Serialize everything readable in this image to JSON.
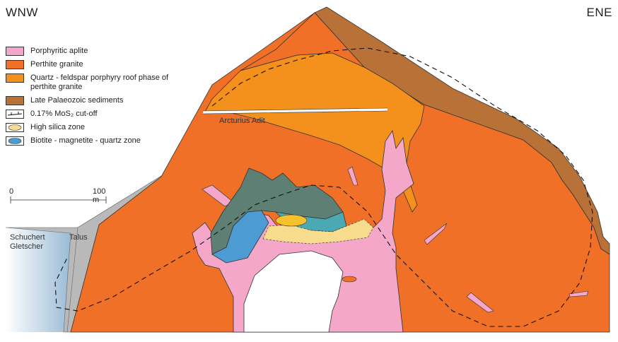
{
  "direction": {
    "left": "WNW",
    "right": "ENE"
  },
  "legend": [
    {
      "label": "Porphyritic aplite",
      "color": "#f4a7c8",
      "type": "fill"
    },
    {
      "label": "Perthite granite",
      "color": "#f07027",
      "type": "fill"
    },
    {
      "label": "Quartz - feldspar porphyry roof phase of perthite granite",
      "color": "#f4911c",
      "type": "fill"
    },
    {
      "label": "Late Palaeozoic sediments",
      "color": "#b87238",
      "type": "fill"
    },
    {
      "label": "0.17% MoS₂ cut-off",
      "color": "#000000",
      "type": "line"
    },
    {
      "label": "High silica zone",
      "color": "#f6dc8c",
      "type": "ellipse"
    },
    {
      "label": "Biotite - magnetite - quartz zone",
      "color": "#4c9bd3",
      "type": "ellipse"
    }
  ],
  "scale_bar": {
    "start": "0",
    "end": "100 m"
  },
  "labels": {
    "adit": "Arcturius Adit",
    "glacier": "Schuchert\nGletscher",
    "talus": "Talus"
  },
  "colors": {
    "aplite": "#f4a7c8",
    "granite": "#f07027",
    "porphyry": "#f4911c",
    "sediments": "#b87238",
    "high_silica": "#f6dc8c",
    "biotite": "#4c9bd3",
    "teal_zone": "#4aa9b3",
    "dark_zone": "#5e7f74",
    "talus": "#b9b9b9",
    "glacier": "#8fb4d2"
  }
}
